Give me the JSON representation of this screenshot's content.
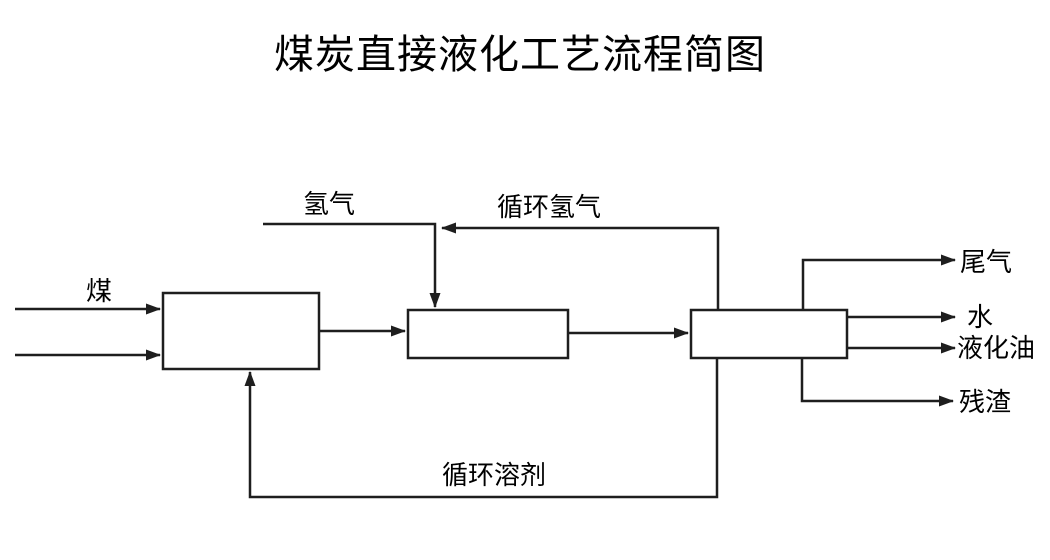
{
  "title": "煤炭直接液化工艺流程简图",
  "labels": {
    "coal": "煤",
    "hydrogen": "氢气",
    "recycle_hydrogen": "循环氢气",
    "tail_gas": "尾气",
    "water": "水",
    "liquefied_oil": "液化油",
    "residue": "残渣",
    "recycle_solvent": "循环溶剂"
  },
  "diagram": {
    "type": "process-flow",
    "boxes": [
      {
        "id": "box-1",
        "label": ""
      },
      {
        "id": "box-2",
        "label": ""
      },
      {
        "id": "box-3",
        "label": ""
      }
    ],
    "flows": [
      {
        "from": "coal",
        "to": "box-1",
        "lines": 2
      },
      {
        "from": "hydrogen",
        "to": "box-2"
      },
      {
        "from": "box-1",
        "to": "box-2"
      },
      {
        "from": "box-2",
        "to": "box-3"
      },
      {
        "from": "box-3",
        "to": "tail_gas"
      },
      {
        "from": "box-3",
        "to": "water"
      },
      {
        "from": "box-3",
        "to": "liquefied_oil"
      },
      {
        "from": "box-3",
        "to": "residue"
      },
      {
        "from": "box-3",
        "to": "box-2",
        "label": "recycle_hydrogen"
      },
      {
        "from": "box-3",
        "to": "box-1",
        "label": "recycle_solvent"
      }
    ],
    "colors": {
      "line": "#1e1e1e",
      "text": "#000000",
      "background": "#ffffff"
    }
  }
}
